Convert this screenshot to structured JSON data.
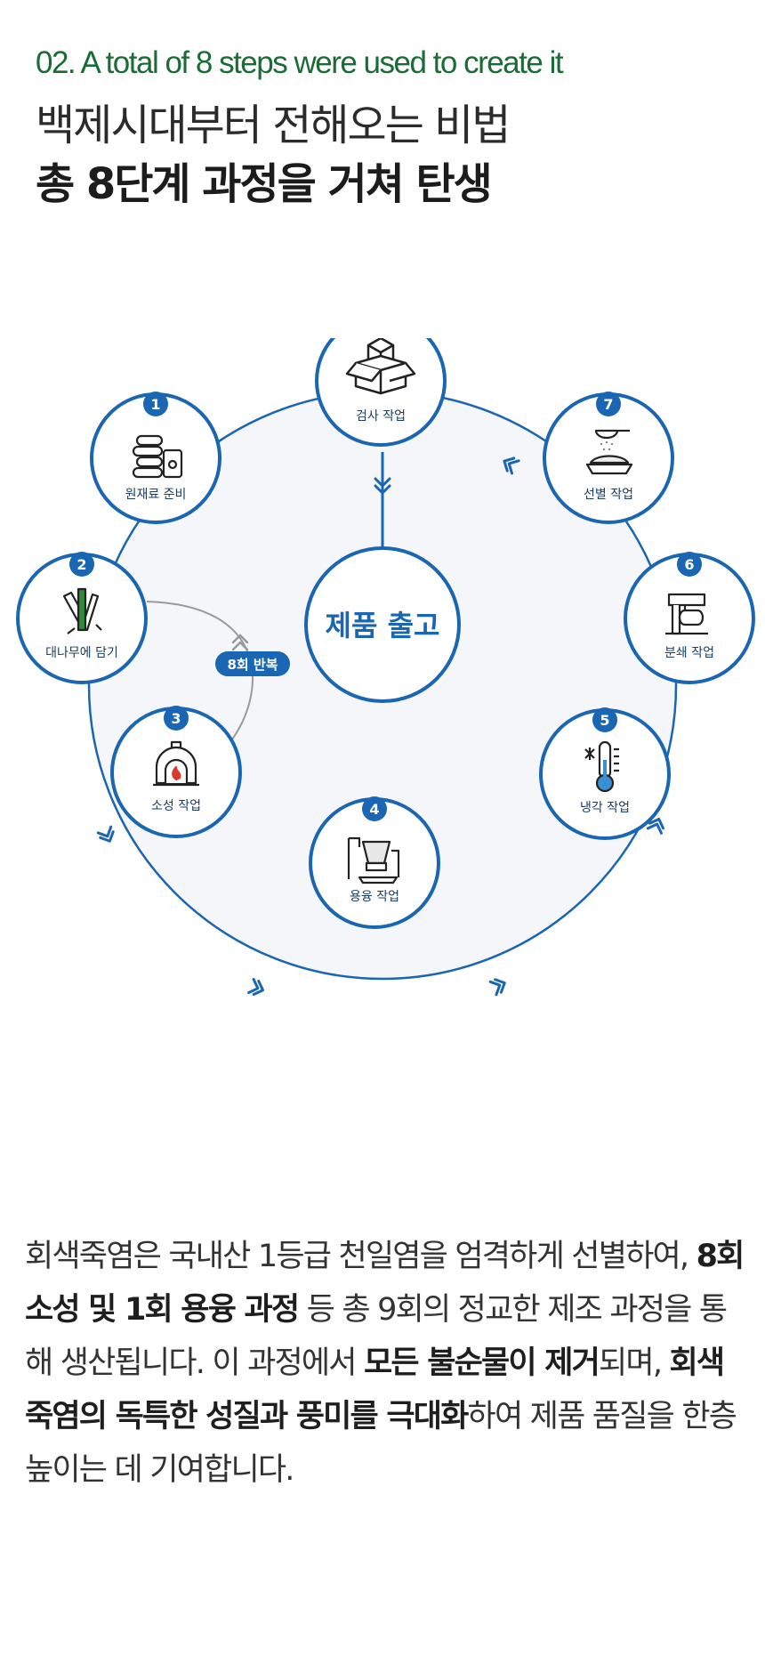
{
  "header": {
    "eyebrow": "02. A total of 8 steps were used to create it",
    "title_line1": "백제시대부터 전해오는 비법",
    "title_line2": "총 8단계 과정을 거쳐 탄생"
  },
  "diagram": {
    "center_label": "제품 출고",
    "repeat_badge": "8회 반복",
    "steps": [
      {
        "number": "1",
        "label": "원재료 준비",
        "icon": "salt-bags-icon"
      },
      {
        "number": "2",
        "label": "대나무에 담기",
        "icon": "bamboo-icon"
      },
      {
        "number": "3",
        "label": "소성 작업",
        "icon": "furnace-icon"
      },
      {
        "number": "4",
        "label": "용융 작업",
        "icon": "melting-machine-icon"
      },
      {
        "number": "5",
        "label": "냉각 작업",
        "icon": "thermometer-icon"
      },
      {
        "number": "6",
        "label": "분쇄 작업",
        "icon": "grinder-icon"
      },
      {
        "number": "7",
        "label": "선별 작업",
        "icon": "sieve-icon"
      }
    ],
    "inspection_label": "검사 작업",
    "colors": {
      "primary": "#1a66b3",
      "center_fill": "#f4f6f9",
      "repeat_arrow": "#999999"
    }
  },
  "body": {
    "p1": "회색죽염은 국내산 1등급 천일염을 엄격하게 선별하여, ",
    "b1": "8회 소성 및 1회 용융 과정",
    "p2": " 등 총 9회의 정교한 제조 과정을 통해 생산됩니다. 이 과정에서 ",
    "b2": "모든 불순물이 제거",
    "p3": "되며, ",
    "b3": "회색죽염의 독특한 성질과 풍미를 극대화",
    "p4": "하여 제품 품질을 한층 높이는 데 기여합니다."
  }
}
